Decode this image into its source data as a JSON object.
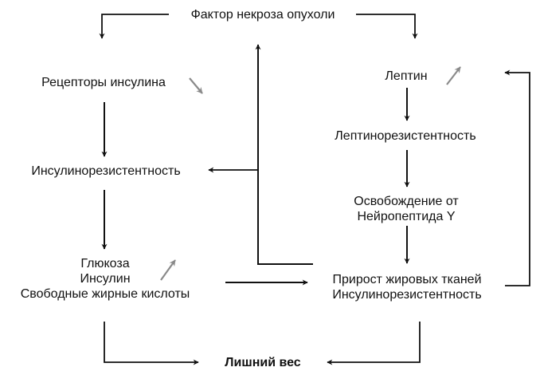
{
  "nodes": {
    "tnf": "Фактор некроза опухоли",
    "insulin_receptors": "Рецепторы инсулина",
    "insulin_resistance": "Инсулинорезистентность",
    "metabolites": [
      "Глюкоза",
      "Инсулин",
      "Свободные жирные кислоты"
    ],
    "leptin": "Лептин",
    "leptin_resistance": "Лептинорезистентность",
    "npy": [
      "Освобождение от",
      "Нейропептида Y"
    ],
    "fat_growth": [
      "Прирост жировых тканей",
      "Инсулинорезистентность"
    ],
    "excess_weight": "Лишний вес"
  },
  "indicators": {
    "insulin_receptors": "decrease",
    "metabolites": "increase",
    "leptin": "increase"
  },
  "colors": {
    "line": "#111111",
    "indicator": "#8a8a8a"
  }
}
